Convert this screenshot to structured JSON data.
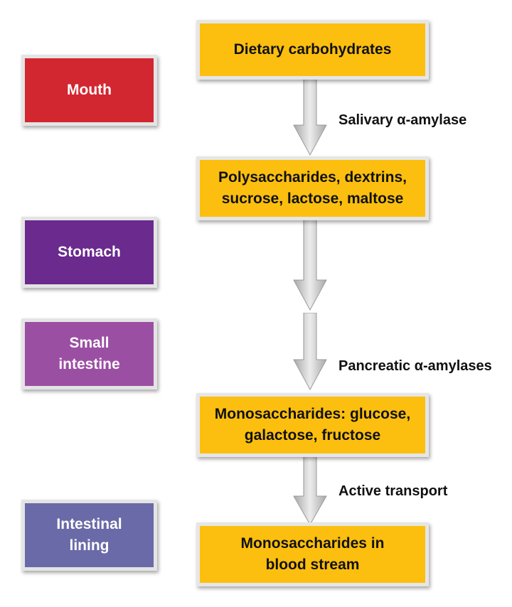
{
  "organs": {
    "mouth": {
      "lines": [
        "Mouth"
      ],
      "color": "#d22630"
    },
    "stomach": {
      "lines": [
        "Stomach"
      ],
      "color": "#6a2a8e"
    },
    "small_intestine": {
      "lines": [
        "Small",
        "intestine"
      ],
      "color": "#9b4fa3"
    },
    "intestinal_lining": {
      "lines": [
        "Intestinal",
        "lining"
      ],
      "color": "#6a6aa8"
    }
  },
  "steps": {
    "dietary": {
      "lines": [
        "Dietary carbohydrates"
      ]
    },
    "polysaccharides": {
      "lines": [
        "Polysaccharides, dextrins,",
        "sucrose, lactose, maltose"
      ]
    },
    "monosaccharides": {
      "lines": [
        "Monosaccharides: glucose,",
        "galactose, fructose"
      ]
    },
    "bloodstream": {
      "lines": [
        "Monosaccharides in",
        "blood stream"
      ]
    }
  },
  "enzymes": {
    "salivary": "Salivary α-amylase",
    "pancreatic": "Pancreatic α-amylases",
    "active_transport": "Active transport"
  },
  "colors": {
    "step_fill": "#fcbf0f",
    "arrow_light": "#e6e6e6",
    "arrow_dark": "#a8a8a8"
  }
}
